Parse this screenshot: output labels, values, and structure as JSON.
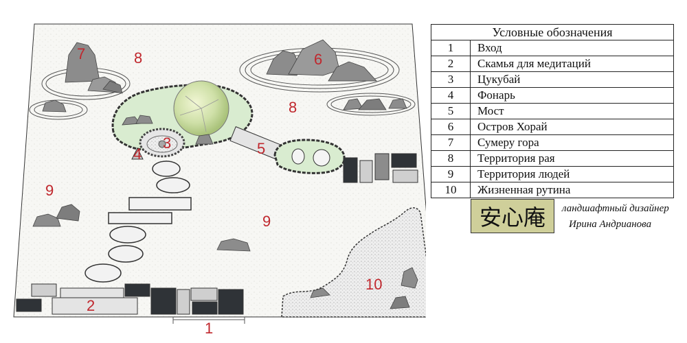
{
  "legend": {
    "title": "Условные обозначения",
    "items": [
      {
        "num": "1",
        "label": "Вход"
      },
      {
        "num": "2",
        "label": "Скамья для медитаций"
      },
      {
        "num": "3",
        "label": "Цукубай"
      },
      {
        "num": "4",
        "label": "Фонарь"
      },
      {
        "num": "5",
        "label": "Мост"
      },
      {
        "num": "6",
        "label": "Остров Хорай"
      },
      {
        "num": "7",
        "label": "Сумеру гора"
      },
      {
        "num": "8",
        "label": "Территория рая"
      },
      {
        "num": "9",
        "label": "Территория людей"
      },
      {
        "num": "10",
        "label": "Жизненная рутина"
      }
    ]
  },
  "brand": {
    "kanji": "安心庵",
    "designer_title": "ландшафтный дизайнер",
    "designer_name": "Ирина Андрианова"
  },
  "plan_labels": {
    "entrance": "1",
    "bench": "2",
    "tsukubai": "3",
    "lantern": "4",
    "bridge": "5",
    "horai": "6",
    "sumeru": "7",
    "paradise_a": "8",
    "paradise_b": "8",
    "people_a": "9",
    "people_b": "9",
    "routine": "10"
  },
  "colors": {
    "label_red": "#c0272d",
    "rock_gray": "#8c8c8c",
    "dark_block": "#2f3337",
    "island_green": "#d9ecd0",
    "brand_bg": "#cfcf9a"
  }
}
